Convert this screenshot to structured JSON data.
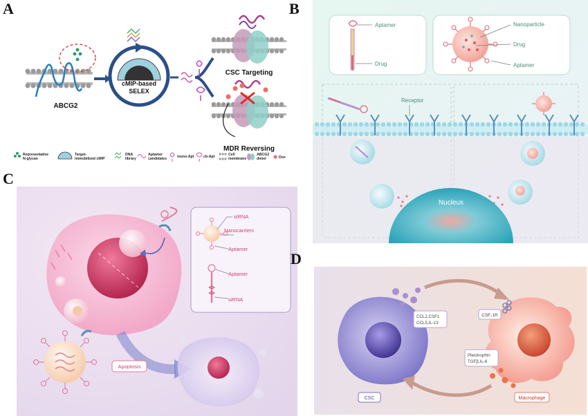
{
  "panels": {
    "a": {
      "label": "A",
      "abcg2": "ABCG2",
      "selex_line1": "cMIP-based",
      "selex_line2": "SELEX",
      "csc_targeting": "CSC Targeting",
      "mdr_reversing": "MDR Reversing",
      "legend": [
        {
          "l1": "Representative",
          "l2": "N-glycan"
        },
        {
          "l1": "Target-",
          "l2": "immobilized cMIP"
        },
        {
          "l1": "DNA",
          "l2": "library"
        },
        {
          "l1": "Aptamer",
          "l2": "candidates"
        },
        {
          "l1": "mono-Apt",
          "l2": ""
        },
        {
          "l1": "cb-Apt",
          "l2": ""
        },
        {
          "l1": "Cell",
          "l2": "membrane"
        },
        {
          "l1": "ABCG2",
          "l2": "dimer"
        },
        {
          "l1": "Dox",
          "l2": ""
        }
      ]
    },
    "b": {
      "label": "B",
      "aptamer_top": "Aptamer",
      "drug_left": "Drug",
      "nanoparticle": "Nanoparticle",
      "drug_right": "Drug",
      "aptamer_right": "Aptamer",
      "receptor": "Receptor",
      "nucleus": "Nucleus"
    },
    "c": {
      "label": "C",
      "sirna_top": "siRNA",
      "nanocarriers": "Nanocarriers",
      "aptamer_1": "Aptamer",
      "aptamer_2": "Aptamer",
      "sirna_bottom": "siRNA",
      "apoptosis": "Apoptosis"
    },
    "d": {
      "label": "D",
      "cytokines_1_l1": "CCL2,CSF1",
      "cytokines_1_l2": "CCL5,IL-13",
      "csf1r": "CSF-1R",
      "cytokines_2_l1": "Pleiotrophin",
      "cytokines_2_l2": "TGFβ,IL-6",
      "csc": "CSC",
      "macrophage": "Macrophage"
    }
  },
  "colors": {
    "panel_b_bg": "#e7f6f2",
    "panel_c_bg": "#ecdcef",
    "panel_d_bg": "#f3e3dc",
    "cell_pink": "#f2a8c8",
    "nucleus_red": "#c8305a",
    "membrane_blue": "#9fd6e6",
    "arrow_blue": "#2b4f8a"
  }
}
